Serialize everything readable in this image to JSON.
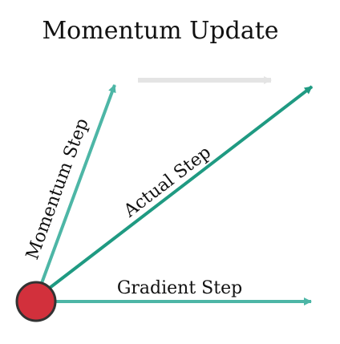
{
  "diagram": {
    "title": "Momentum Update",
    "labels": {
      "momentum_step": "Momentum Step",
      "actual_step": "Actual Step",
      "gradient_step": "Gradient Step"
    },
    "colors": {
      "momentum_arrow": "#4db6a6",
      "actual_arrow": "#1f9a82",
      "gradient_arrow": "#4db6a6",
      "ghost_arrow": "#e4e4e4",
      "origin_fill": "#d2303c",
      "origin_stroke": "#333333"
    }
  }
}
